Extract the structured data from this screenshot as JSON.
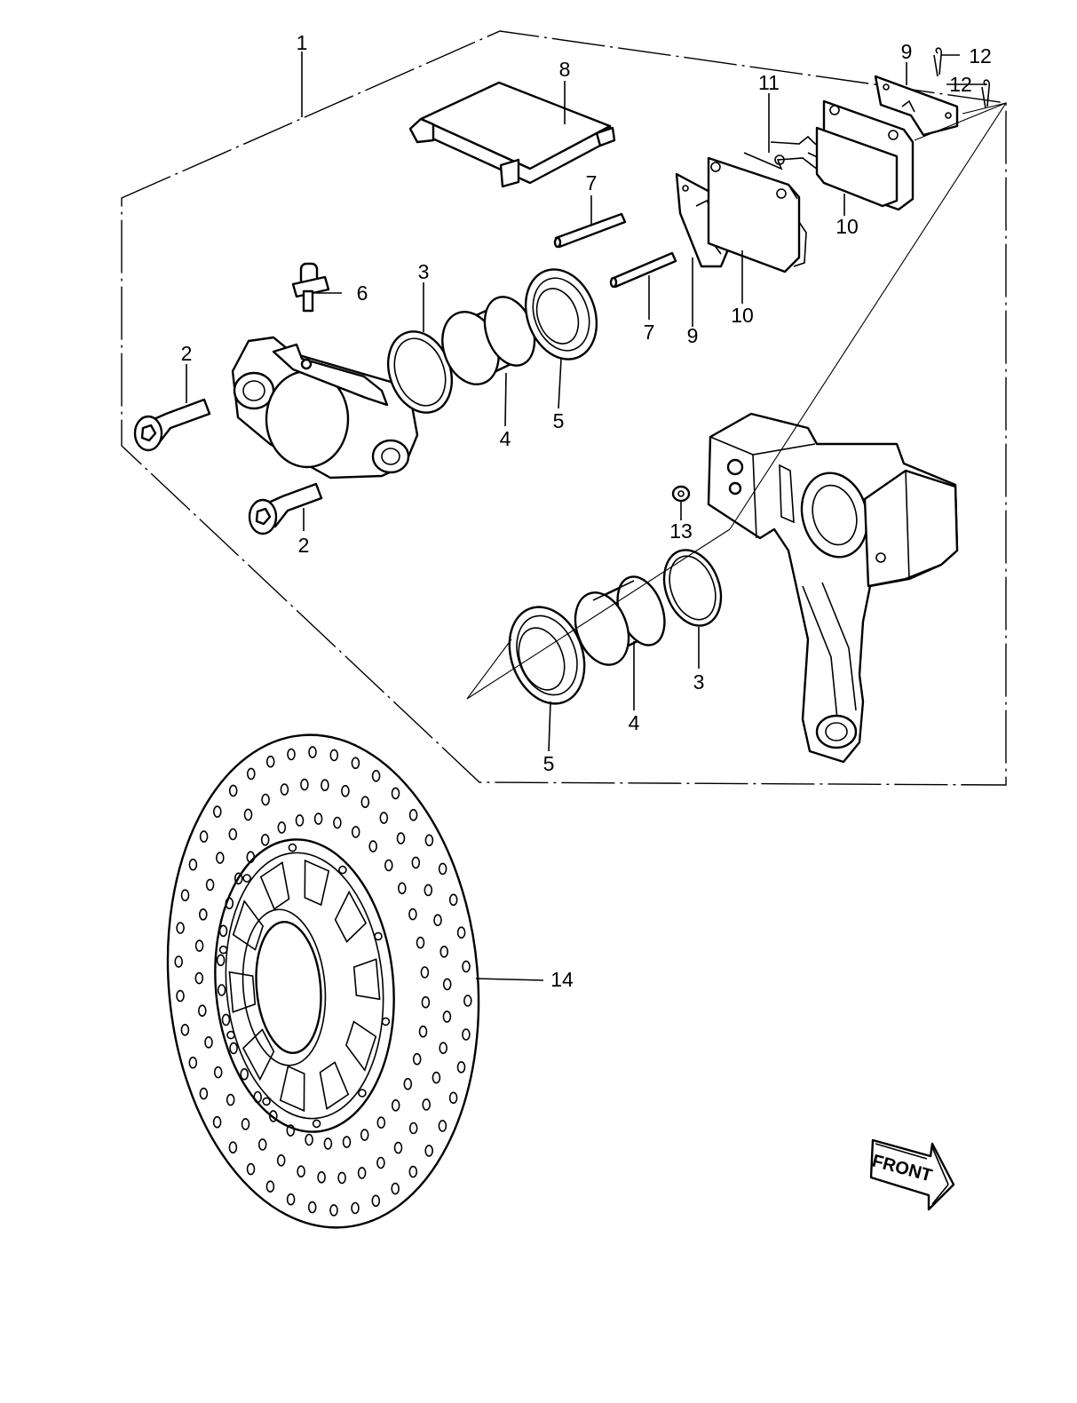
{
  "callouts": [
    {
      "id": "1",
      "text": "1"
    },
    {
      "id": "2a",
      "text": "2"
    },
    {
      "id": "2b",
      "text": "2"
    },
    {
      "id": "3a",
      "text": "3"
    },
    {
      "id": "3b",
      "text": "3"
    },
    {
      "id": "4a",
      "text": "4"
    },
    {
      "id": "4b",
      "text": "4"
    },
    {
      "id": "5a",
      "text": "5"
    },
    {
      "id": "5b",
      "text": "5"
    },
    {
      "id": "6",
      "text": "6"
    },
    {
      "id": "7a",
      "text": "7"
    },
    {
      "id": "7b",
      "text": "7"
    },
    {
      "id": "8",
      "text": "8"
    },
    {
      "id": "9a",
      "text": "9"
    },
    {
      "id": "9b",
      "text": "9"
    },
    {
      "id": "10a",
      "text": "10"
    },
    {
      "id": "10b",
      "text": "10"
    },
    {
      "id": "11",
      "text": "11"
    },
    {
      "id": "12a",
      "text": "12"
    },
    {
      "id": "12b",
      "text": "12"
    },
    {
      "id": "13",
      "text": "13"
    },
    {
      "id": "14",
      "text": "14"
    }
  ],
  "direction_arrow": {
    "label": "FRONT",
    "icon": "front-arrow-icon"
  }
}
